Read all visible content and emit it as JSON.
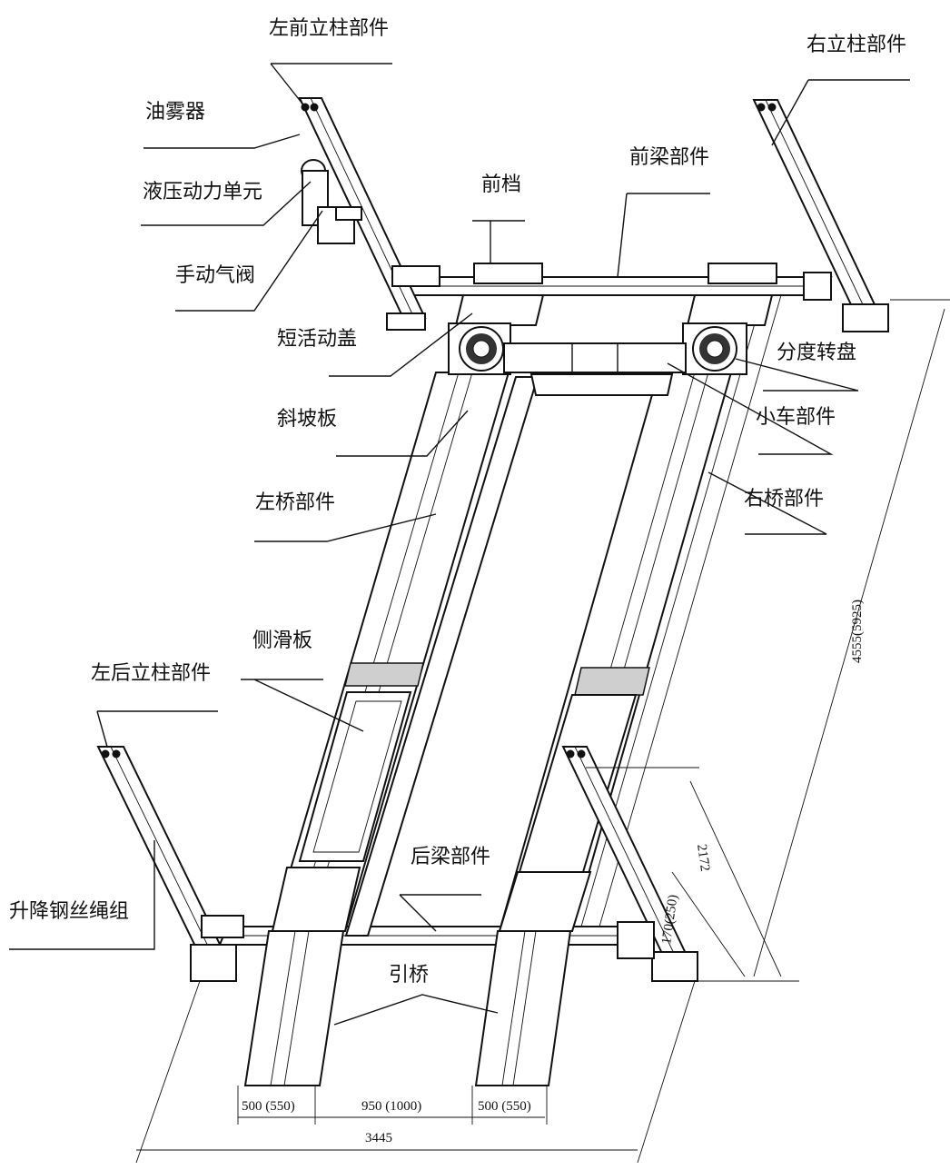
{
  "labels": {
    "left_front_column": "左前立柱部件",
    "right_column": "右立柱部件",
    "oil_mist": "油雾器",
    "hydraulic_unit": "液压动力单元",
    "manual_valve": "手动气阀",
    "front_stop": "前档",
    "front_beam": "前梁部件",
    "short_cover": "短活动盖",
    "turntable": "分度转盘",
    "ramp_plate": "斜坡板",
    "trolley": "小车部件",
    "left_bridge": "左桥部件",
    "right_bridge": "右桥部件",
    "side_slide": "侧滑板",
    "left_rear_column": "左后立柱部件",
    "rear_beam": "后梁部件",
    "wire_rope": "升降钢丝绳组",
    "approach_ramp": "引桥"
  },
  "dimensions": {
    "ramp_width_left": "500 (550)",
    "track_gap": "950 (1000)",
    "ramp_width_right": "500 (550)",
    "overall_width": "3445",
    "overall_length": "4555(5925)",
    "height": "2172",
    "low_height": "170(250)"
  }
}
